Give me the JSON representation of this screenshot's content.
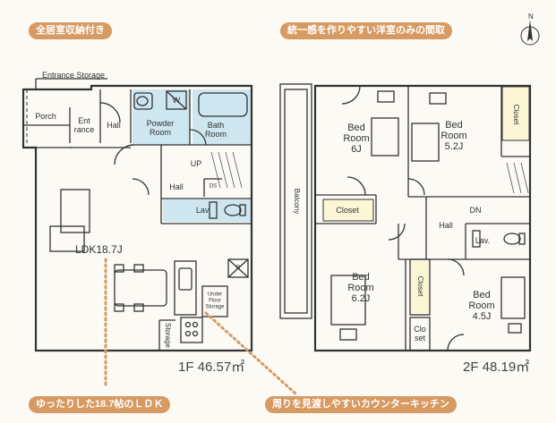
{
  "badges": {
    "top_left": "全居室収納付き",
    "top_right": "統一感を作りやすい洋室のみの間取",
    "bottom_left": "ゆったりした18.7帖のＬＤＫ",
    "bottom_right": "周りを見渡しやすいカウンターキッチン"
  },
  "compass": {
    "north": "N"
  },
  "floor1": {
    "area": "1F 46.57㎡",
    "rooms": {
      "entrance_storage": "Entrance Storage",
      "porch": "Porch",
      "entrance": "Ent\nrance",
      "hall_top": "Hall",
      "w": "W",
      "powder_room": "Powder\nRoom",
      "bath_room": "Bath\nRoom",
      "up": "UP",
      "hall_mid": "Hall",
      "ds": "DS",
      "lav": "Lav.",
      "ldk": "LDK18.7J",
      "r": "R",
      "under_floor": "Under\nFloor\nStorage",
      "storage": "Storage"
    }
  },
  "floor2": {
    "area": "2F 48.19㎡",
    "rooms": {
      "bed1": "Bed\nRoom\n6J",
      "bed2": "Bed\nRoom\n5.2J",
      "closet_top": "Closet",
      "balcony": "Balcony",
      "closet_mid": "Closet",
      "dn": "DN",
      "hall": "Hall",
      "lav": "Lav.",
      "bed3": "Bed\nRoom\n6.2J",
      "closet_vert": "Closet",
      "bed4": "Bed\nRoom\n4.5J",
      "closet_small": "Clo\nset"
    }
  },
  "colors": {
    "badge": "#d69a62",
    "wet_area": "#cde6f0",
    "wall": "#333333",
    "pointer": "#d69a62"
  }
}
